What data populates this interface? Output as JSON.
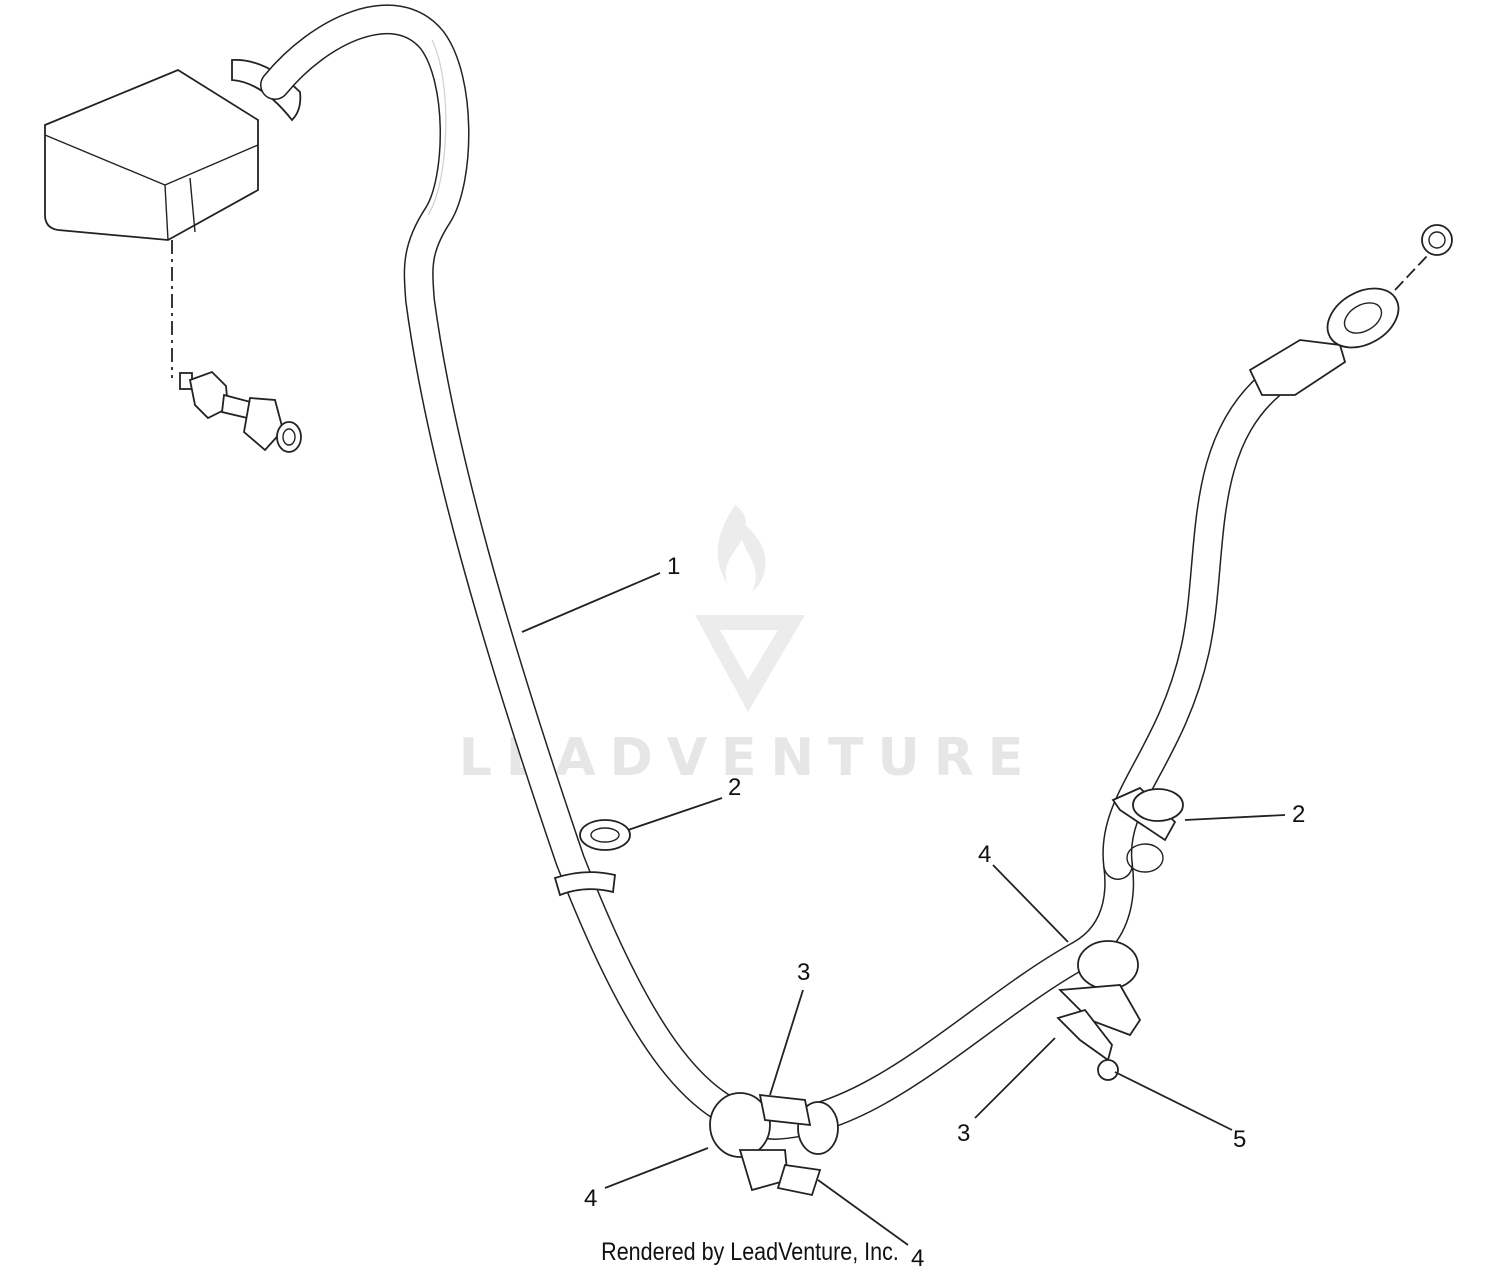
{
  "watermark": {
    "text": "LEADVENTURE",
    "color": "#e6e6e6"
  },
  "callouts": [
    {
      "id": "c1",
      "label": "1"
    },
    {
      "id": "c2a",
      "label": "2"
    },
    {
      "id": "c2b",
      "label": "2"
    },
    {
      "id": "c3a",
      "label": "3"
    },
    {
      "id": "c3b",
      "label": "3"
    },
    {
      "id": "c4a",
      "label": "4"
    },
    {
      "id": "c4b",
      "label": "4"
    },
    {
      "id": "c4c",
      "label": "4"
    },
    {
      "id": "c5",
      "label": "5"
    }
  ],
  "footer": {
    "text": "Rendered by LeadVenture, Inc."
  },
  "colors": {
    "line": "#222222",
    "background": "#ffffff"
  }
}
